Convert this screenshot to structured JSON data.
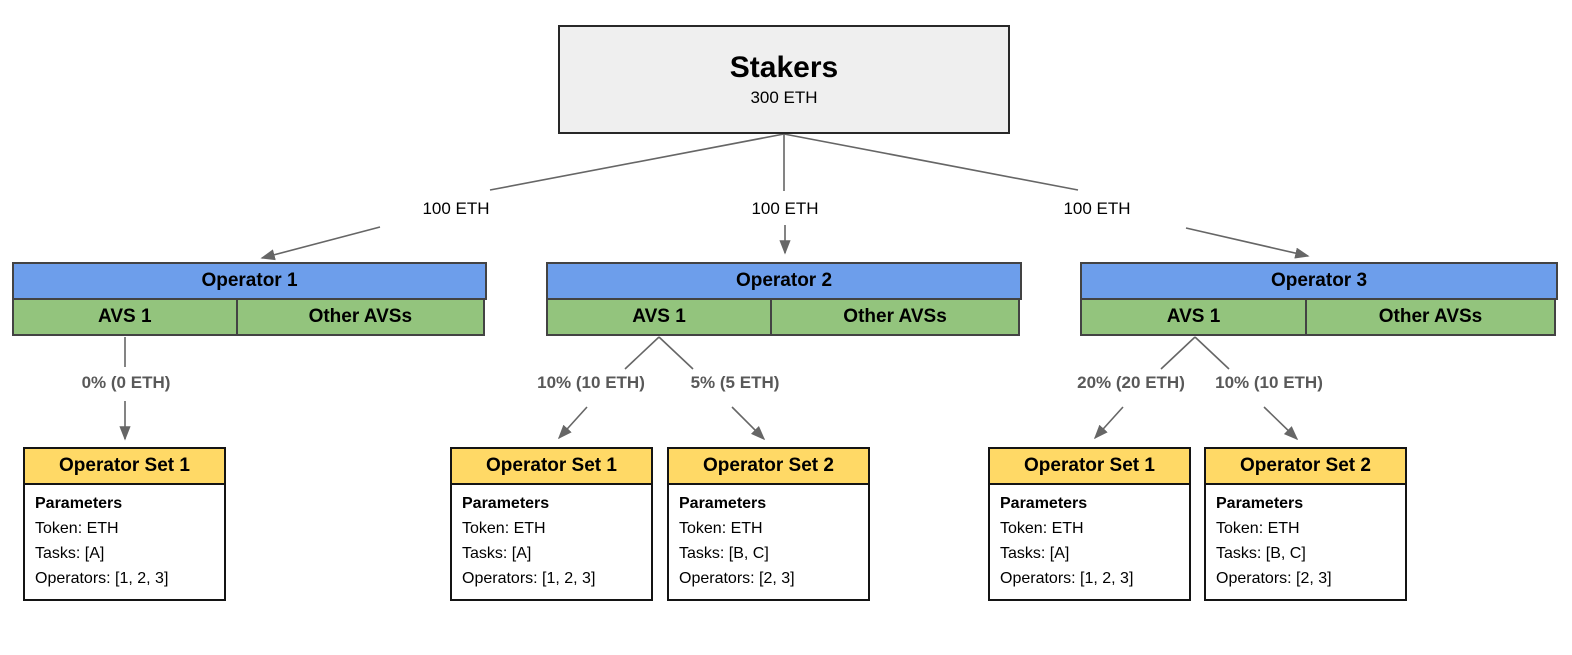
{
  "stakers": {
    "title": "Stakers",
    "amount": "300 ETH"
  },
  "delegations": [
    {
      "amount": "100 ETH"
    },
    {
      "amount": "100 ETH"
    },
    {
      "amount": "100 ETH"
    }
  ],
  "operators": [
    {
      "title": "Operator 1",
      "avs_label": "AVS 1",
      "other_label": "Other AVSs"
    },
    {
      "title": "Operator 2",
      "avs_label": "AVS 1",
      "other_label": "Other AVSs"
    },
    {
      "title": "Operator 3",
      "avs_label": "AVS 1",
      "other_label": "Other AVSs"
    }
  ],
  "allocations": [
    {
      "label": "0% (0 ETH)"
    },
    {
      "label": "10% (10 ETH)"
    },
    {
      "label": "5% (5 ETH)"
    },
    {
      "label": "20% (20 ETH)"
    },
    {
      "label": "10% (10 ETH)"
    }
  ],
  "operator_sets": [
    {
      "title": "Operator Set 1",
      "params_heading": "Parameters",
      "token_line": "Token: ETH",
      "tasks_line": "Tasks: [A]",
      "operators_line": "Operators: [1, 2, 3]"
    },
    {
      "title": "Operator Set 1",
      "params_heading": "Parameters",
      "token_line": "Token: ETH",
      "tasks_line": "Tasks: [A]",
      "operators_line": "Operators: [1, 2, 3]"
    },
    {
      "title": "Operator Set 2",
      "params_heading": "Parameters",
      "token_line": "Token: ETH",
      "tasks_line": "Tasks: [B, C]",
      "operators_line": "Operators: [2, 3]"
    },
    {
      "title": "Operator Set 1",
      "params_heading": "Parameters",
      "token_line": "Token: ETH",
      "tasks_line": "Tasks: [A]",
      "operators_line": "Operators: [1, 2, 3]"
    },
    {
      "title": "Operator Set 2",
      "params_heading": "Parameters",
      "token_line": "Token: ETH",
      "tasks_line": "Tasks: [B, C]",
      "operators_line": "Operators: [2, 3]"
    }
  ],
  "colors": {
    "operator_header_fill": "#6d9eeb",
    "avs_cell_fill": "#93c47d",
    "operator_set_header_fill": "#ffd966",
    "stakers_fill": "#efefef",
    "box_border": "#434343",
    "connector": "#666666",
    "allocation_label_text": "#595959"
  }
}
